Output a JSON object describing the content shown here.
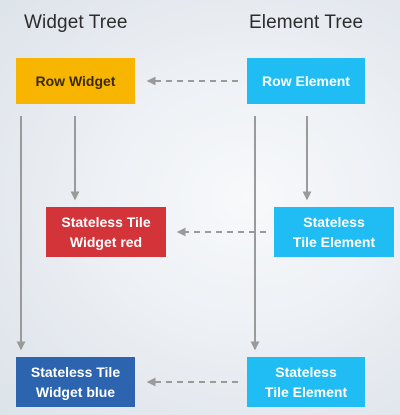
{
  "headers": {
    "widget_tree": "Widget Tree",
    "element_tree": "Element Tree"
  },
  "nodes": {
    "row_widget": {
      "line1": "Row Widget"
    },
    "row_element": {
      "line1": "Row Element"
    },
    "stateless_red": {
      "line1": "Stateless Tile",
      "line2": "Widget red"
    },
    "stateless_tile_mid": {
      "line1": "Stateless",
      "line2": "Tile Element"
    },
    "stateless_blue": {
      "line1": "Stateless Tile",
      "line2": "Widget blue"
    },
    "stateless_tile_bottom": {
      "line1": "Stateless",
      "line2": "Tile Element"
    }
  },
  "colors": {
    "widget_yellow": "#f8b500",
    "element_cyan": "#1fbdf4",
    "widget_red": "#d3343a",
    "widget_blue": "#2c64b0",
    "arrow_gray": "#9a9a9a"
  }
}
